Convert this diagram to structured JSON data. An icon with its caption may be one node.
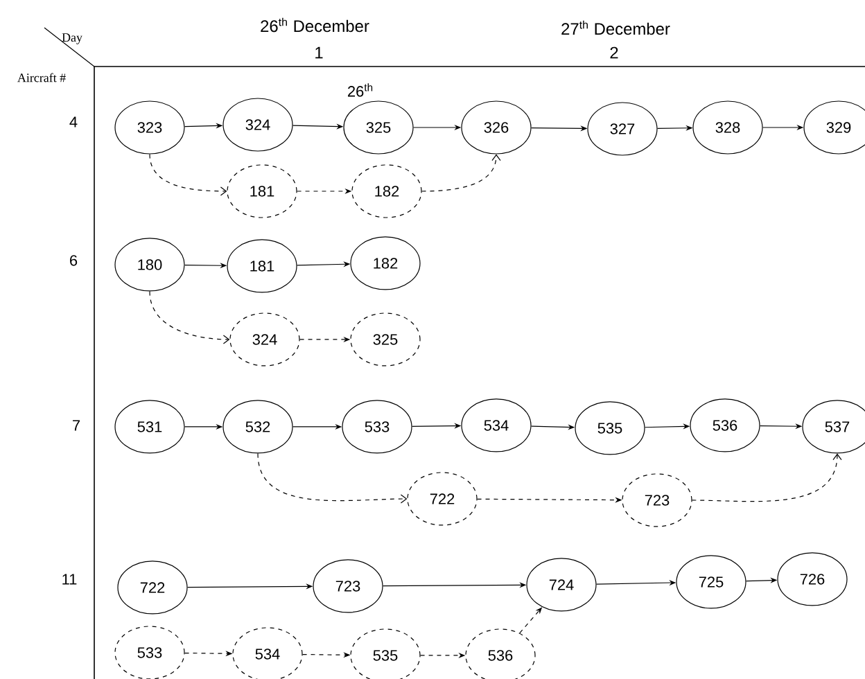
{
  "diagram": {
    "nodes": [
      {
        "text": [
          "323"
        ]
      },
      {
        "text": [
          "324"
        ]
      },
      {
        "text": [
          "325"
        ]
      },
      {
        "text": [
          "326"
        ]
      },
      {
        "text": [
          "327"
        ]
      },
      {
        "text": [
          "328"
        ]
      },
      {
        "text": [
          "329"
        ]
      },
      {
        "text": [
          "181"
        ]
      },
      {
        "text": [
          "182"
        ]
      },
      {
        "text": [
          "180"
        ]
      },
      {
        "text": [
          "181"
        ]
      },
      {
        "text": [
          "182"
        ]
      },
      {
        "text": [
          "324"
        ]
      },
      {
        "text": [
          "325"
        ]
      },
      {
        "text": [
          "531"
        ]
      },
      {
        "text": [
          "532"
        ]
      },
      {
        "text": [
          "533"
        ]
      },
      {
        "text": [
          "534"
        ]
      },
      {
        "text": [
          "535"
        ]
      },
      {
        "text": [
          "536"
        ]
      },
      {
        "text": [
          "537"
        ]
      },
      {
        "text": [
          "722"
        ]
      },
      {
        "text": [
          "723"
        ]
      },
      {
        "text": [
          "722"
        ]
      },
      {
        "text": [
          "723"
        ]
      },
      {
        "text": [
          "724"
        ]
      },
      {
        "text": [
          "725"
        ]
      },
      {
        "text": [
          "726"
        ]
      },
      {
        "text": [
          "533"
        ]
      },
      {
        "text": [
          "534"
        ]
      },
      {
        "text": [
          "535"
        ]
      },
      {
        "text": [
          "536"
        ]
      }
    ],
    "edges": [
      {
        "from": 0,
        "to": 1,
        "arrow": "to"
      },
      {
        "from": 1,
        "to": 2,
        "arrow": "to"
      },
      {
        "from": 2,
        "to": 3,
        "arrow": "to"
      },
      {
        "from": 3,
        "to": 4,
        "arrow": "to"
      },
      {
        "from": 4,
        "to": 5,
        "arrow": "to"
      },
      {
        "from": 5,
        "to": 6,
        "arrow": "to"
      },
      {
        "from": 0,
        "to": 7,
        "arrow": "to",
        "style": "dashed"
      },
      {
        "from": 7,
        "to": 8,
        "arrow": "to",
        "style": "dashed"
      },
      {
        "from": 8,
        "to": 3,
        "arrow": "to",
        "style": "dashed"
      },
      {
        "from": 9,
        "to": 10,
        "arrow": "to"
      },
      {
        "from": 10,
        "to": 11,
        "arrow": "to"
      },
      {
        "from": 9,
        "to": 12,
        "arrow": "to",
        "style": "dashed"
      },
      {
        "from": 12,
        "to": 13,
        "arrow": "to",
        "style": "dashed"
      },
      {
        "from": 14,
        "to": 15,
        "arrow": "to"
      },
      {
        "from": 15,
        "to": 16,
        "arrow": "to"
      },
      {
        "from": 16,
        "to": 17,
        "arrow": "to"
      },
      {
        "from": 17,
        "to": 18,
        "arrow": "to"
      },
      {
        "from": 18,
        "to": 19,
        "arrow": "to"
      },
      {
        "from": 19,
        "to": 20,
        "arrow": "to"
      },
      {
        "from": 15,
        "to": 21,
        "arrow": "to",
        "style": "dashed"
      },
      {
        "from": 21,
        "to": 22,
        "arrow": "to",
        "style": "dashed"
      },
      {
        "from": 22,
        "to": 20,
        "arrow": "to",
        "style": "dashed"
      },
      {
        "from": 23,
        "to": 24,
        "arrow": "to"
      },
      {
        "from": 24,
        "to": 25,
        "arrow": "to"
      },
      {
        "from": 25,
        "to": 26,
        "arrow": "to"
      },
      {
        "from": 26,
        "to": 27,
        "arrow": "to"
      },
      {
        "from": 28,
        "to": 29,
        "arrow": "to",
        "style": "dashed"
      },
      {
        "from": 29,
        "to": 30,
        "arrow": "to",
        "style": "dashed"
      },
      {
        "from": 30,
        "to": 31,
        "arrow": "to",
        "style": "dashed"
      },
      {
        "from": 31,
        "to": 25,
        "arrow": "to",
        "style": "dashed"
      }
    ],
    "labels": [
      "Day",
      "Aircraft #",
      "26$^{th}$ December",
      "1",
      "27$^{th}$ December",
      "2",
      "26$^{th}$",
      "4",
      "6",
      "7",
      "11"
    ]
  }
}
